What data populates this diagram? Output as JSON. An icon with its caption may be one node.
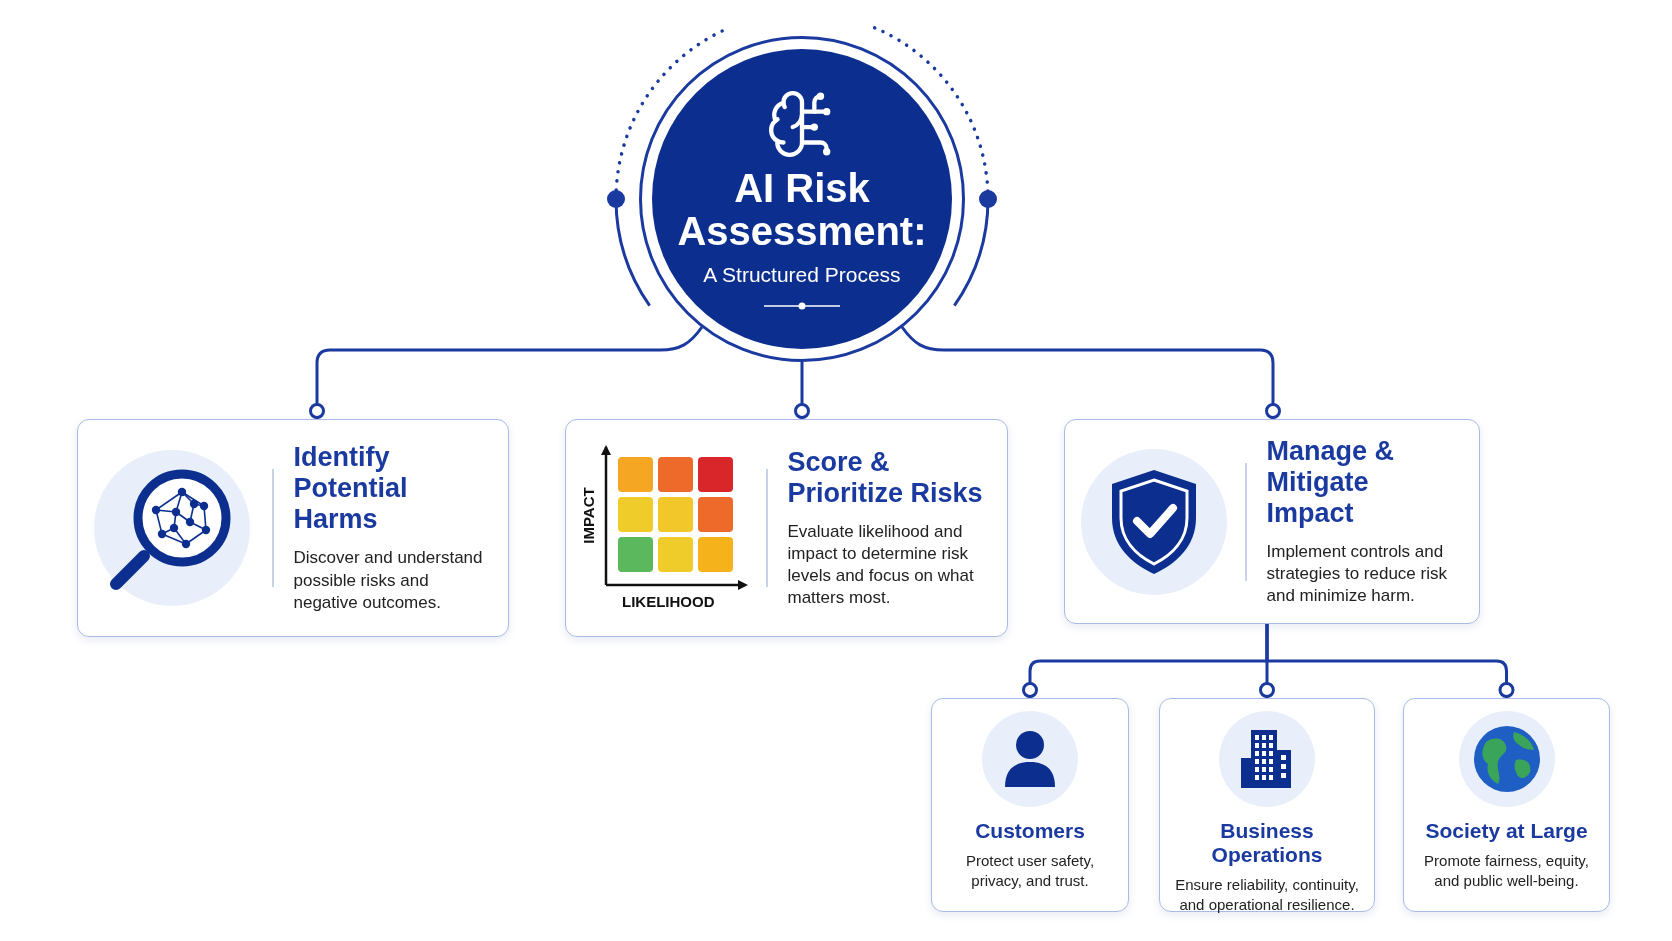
{
  "diagram": {
    "nodes": [
      {
        "text": [
          "AI Risk Assessment:",
          "A Structured Process"
        ]
      },
      {
        "text": [
          "Identify Potential Harms",
          "Discover and understand possible risks and negative outcomes."
        ]
      },
      {
        "text": [
          "Score & Prioritize Risks",
          "Evaluate likelihood and impact to determine risk levels and focus on what matters most."
        ]
      },
      {
        "text": [
          "Manage & Mitigate Impact",
          "Implement controls and strategies to reduce risk and minimize harm."
        ]
      },
      {
        "text": [
          "Customers",
          "Protect user safety, privacy, and trust."
        ]
      },
      {
        "text": [
          "Business Operations",
          "Ensure reliability, continuity, and operational resilience."
        ]
      },
      {
        "text": [
          "Society at Large",
          "Promote fairness, equity, and public well-being."
        ]
      }
    ],
    "edges": [
      {
        "from": 0,
        "to": 1,
        "arrow": "other"
      },
      {
        "from": 0,
        "to": 2,
        "arrow": "other"
      },
      {
        "from": 0,
        "to": 3,
        "arrow": "other"
      },
      {
        "from": 3,
        "to": 4,
        "arrow": "other"
      },
      {
        "from": 3,
        "to": 5,
        "arrow": "other"
      },
      {
        "from": 3,
        "to": 6,
        "arrow": "other"
      }
    ],
    "labels": [
      "IMPACT",
      "LIKELIHOOD"
    ]
  }
}
